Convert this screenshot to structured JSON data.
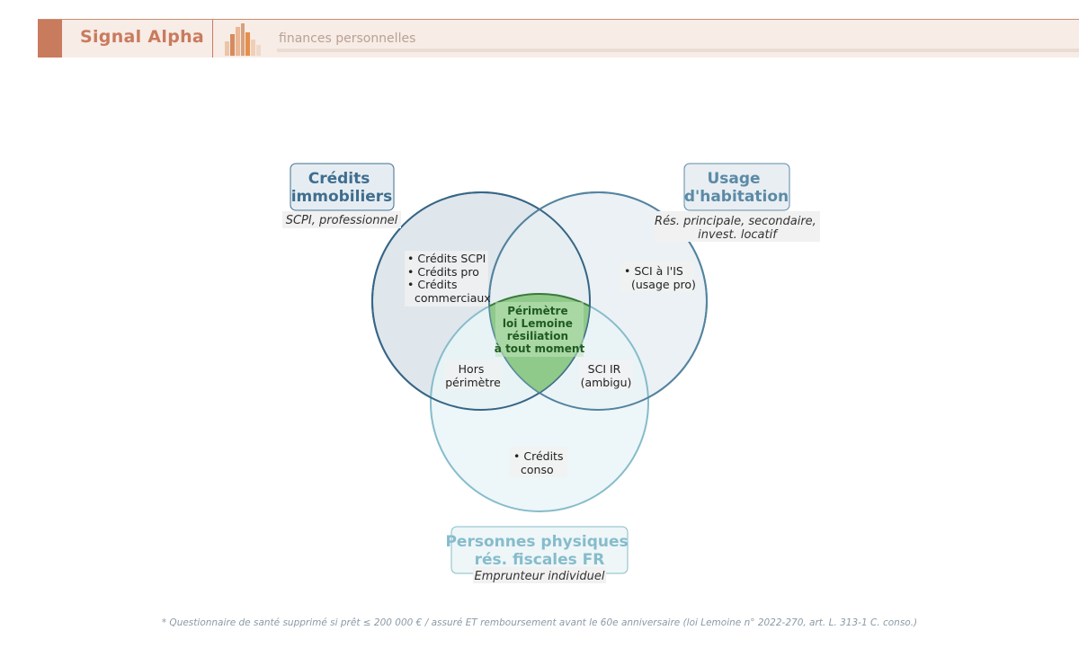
{
  "header": {
    "brand": "Signal Alpha",
    "subtitle": "finances personnelles",
    "colors": {
      "accent": "#c97b5e",
      "background": "#f7ece6"
    }
  },
  "diagram": {
    "sets": [
      {
        "title_lines": [
          "Crédits",
          "immobiliers"
        ],
        "note_lines": [
          "SCPI, professionnel"
        ],
        "color": "#3f6e8f"
      },
      {
        "title_lines": [
          "Usage",
          "d'habitation"
        ],
        "note_lines": [
          "Rés. principale, secondaire,",
          "invest. locatif"
        ],
        "color": "#5b8aa6"
      },
      {
        "title_lines": [
          "Personnes physiques",
          "rés. fiscales FR"
        ],
        "note_lines": [
          "Emprunteur individuel"
        ],
        "color": "#86bccb"
      }
    ],
    "regions": {
      "credits_only": [
        "• Crédits SCPI",
        "• Crédits pro",
        "• Crédits",
        "  commerciaux"
      ],
      "usage_only": [
        "• SCI à l'IS",
        "(usage pro)"
      ],
      "credits_personnes": [
        "Hors",
        "périmètre"
      ],
      "usage_personnes": [
        "SCI IR",
        "(ambigu)"
      ],
      "personnes_only": [
        "• Crédits",
        "conso"
      ],
      "center": [
        "Périmètre",
        "loi Lemoine",
        "résiliation",
        "à tout moment"
      ]
    },
    "center_color": "#8fca8b",
    "footnote": "* Questionnaire de santé supprimé si prêt ≤ 200 000 € / assuré ET remboursement avant le 60e anniversaire (loi Lemoine n° 2022-270, art. L. 313-1 C. conso.)"
  }
}
